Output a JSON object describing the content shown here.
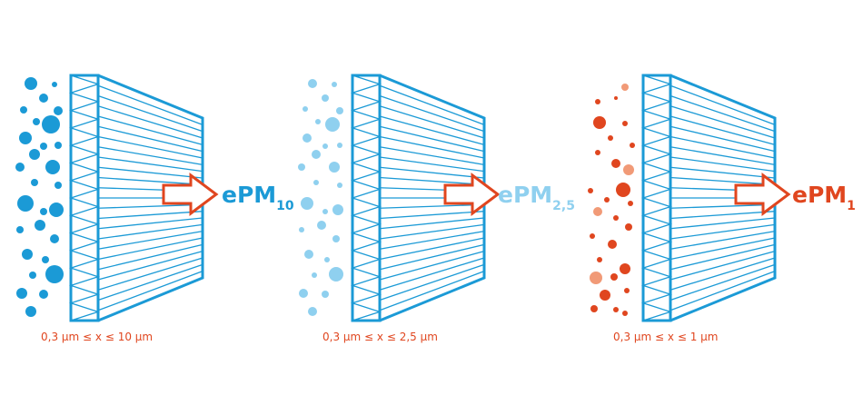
{
  "panels": [
    {
      "id": "epm10",
      "label_main": "ePM",
      "label_sub": "10",
      "range": "0,3 µm ≤ x ≤ 10 µm",
      "color": "#1b9ad6",
      "dot_color": "#1b9ad6",
      "dot_color_alt": "#1b9ad6"
    },
    {
      "id": "epm25",
      "label_main": "ePM",
      "label_sub": "2,5",
      "range": "0,3 µm ≤ x ≤ 2,5 µm",
      "color": "#8fd0ef",
      "dot_color": "#8fd0ef",
      "dot_color_alt": "#8fd0ef"
    },
    {
      "id": "epm1",
      "label_main": "ePM",
      "label_sub": "1",
      "range": "0,3 µm ≤ x ≤ 1 µm",
      "color": "#e0461f",
      "dot_color": "#e0461f",
      "dot_color_alt": "#f19a77"
    }
  ],
  "colors": {
    "filter_stroke_10": "#1b9ad6",
    "filter_stroke_25": "#1b9ad6",
    "filter_stroke_1": "#1b9ad6",
    "arrow_stroke": "#e0461f",
    "arrow_fill": "#ffffff",
    "range_text": "#e0461f"
  }
}
